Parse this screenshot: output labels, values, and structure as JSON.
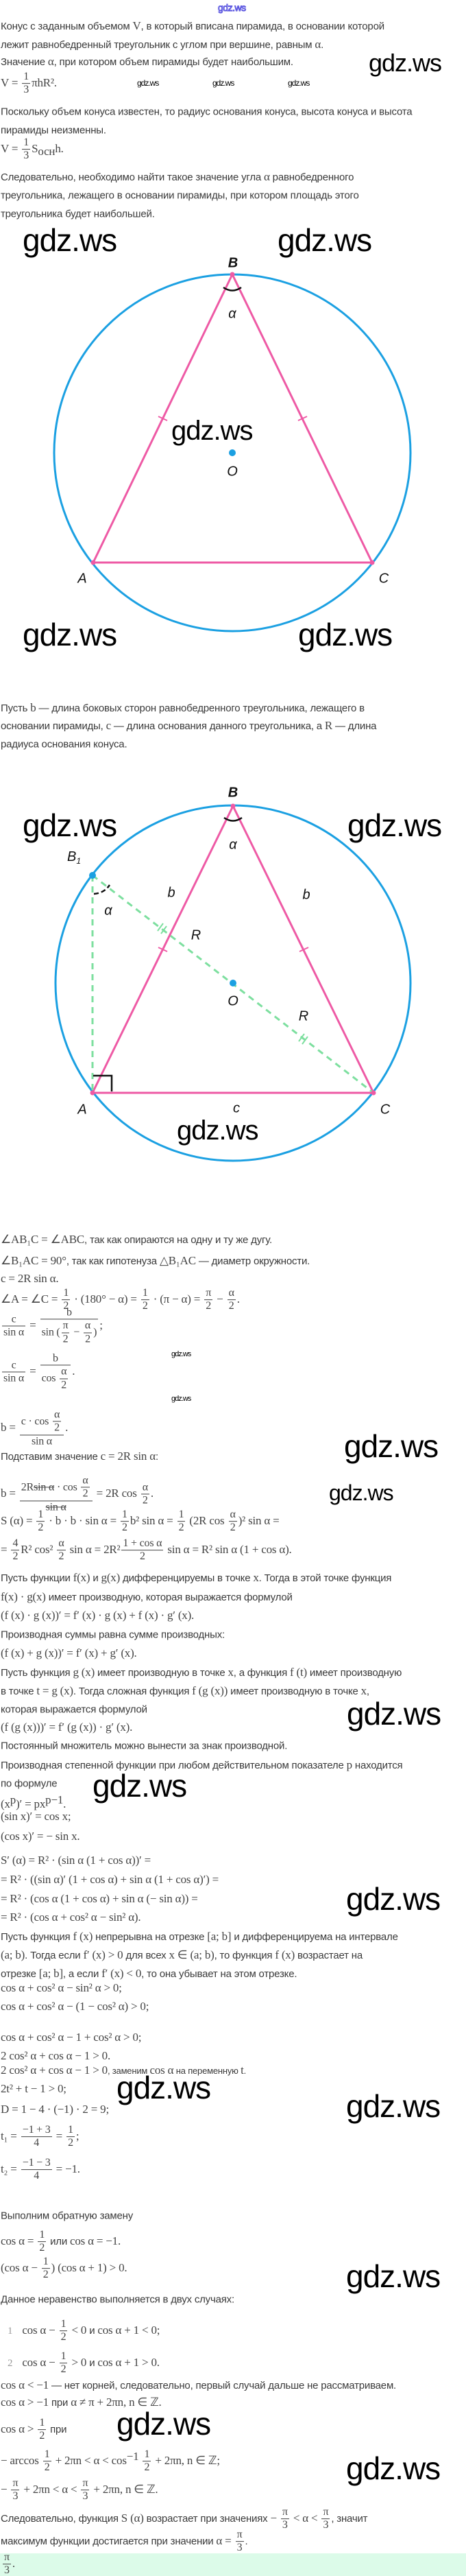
{
  "header": {
    "logo": "gdz.ws"
  },
  "watermark": "gdz.ws",
  "colors": {
    "triangle": "#ee5aa5",
    "circle": "#1ba0e2",
    "dashed": "#7ddf9f",
    "answer_bg": "#dcfbe9"
  },
  "diagram1": {
    "B": "B",
    "A": "A",
    "C": "C",
    "O": "O",
    "alpha": "α"
  },
  "diagram2": {
    "B": "B",
    "B1": "B",
    "B1_sub": "1",
    "A": "A",
    "C": "C",
    "O": "O",
    "alpha_B": "α",
    "alpha_B1": "α",
    "b": "b",
    "R": "R",
    "c": "c"
  },
  "lines": [
    [
      "Конус с заданным объемом ",
      {
        "m": "V"
      },
      ", в который вписана пирамида, в основании которой"
    ],
    [
      "лежит равнобедренный треугольник с углом при вершине, равным ",
      {
        "m": "α"
      },
      "."
    ],
    [
      "Значение ",
      {
        "m": "α"
      },
      ", при котором объем пирамиды будет наибольшим."
    ],
    [
      {
        "m": "V = "
      },
      {
        "fr": [
          [
            "1"
          ],
          [
            "3"
          ]
        ]
      },
      {
        "m": "πhR²."
      }
    ],
    [
      "Поскольку объем конуса известен, то радиус основания конуса, высота конуса и высота"
    ],
    [
      "пирамиды неизменны."
    ],
    [
      {
        "m": "V = "
      },
      {
        "fr": [
          [
            "1"
          ],
          [
            "3"
          ]
        ]
      },
      {
        "m": "S"
      },
      {
        "sub": "осн"
      },
      {
        "m": "h."
      }
    ],
    [
      "Следовательно, необходимо найти такое значение угла ",
      {
        "m": "α"
      },
      " равнобедренного"
    ],
    [
      "треугольника, лежащего в основании пирамиды, при котором площадь этого"
    ],
    [
      "треугольника будет наибольшей."
    ],
    [
      "Пусть ",
      {
        "m": "b"
      },
      " — длина боковых сторон равнобедренного треугольника, лежащего в"
    ],
    [
      "основании пирамиды, ",
      {
        "m": "c"
      },
      " — длина основания данного треугольника, а ",
      {
        "m": "R"
      },
      " — длина"
    ],
    [
      "радиуса основания конуса."
    ],
    [
      {
        "m": "∠AB₁C = ∠ABC"
      },
      ", так как опираются на одну и ту же дугу."
    ],
    [
      {
        "m": "∠B₁AC = 90°"
      },
      ", так как гипотенуза ",
      {
        "m": "△B₁AC"
      },
      " — диаметр окружности."
    ],
    [
      {
        "m": "c = 2R sin α."
      }
    ],
    [
      {
        "m": "∠A = ∠C = "
      },
      {
        "fr": [
          [
            "1"
          ],
          [
            "2"
          ]
        ]
      },
      {
        "m": " · (180° − α) = "
      },
      {
        "fr": [
          [
            "1"
          ],
          [
            "2"
          ]
        ]
      },
      {
        "m": " · (π − α) = "
      },
      {
        "fr": [
          [
            "π"
          ],
          [
            "2"
          ]
        ]
      },
      {
        "m": " − "
      },
      {
        "fr": [
          [
            "α"
          ],
          [
            "2"
          ]
        ]
      },
      {
        "m": "."
      }
    ],
    [
      {
        "fr": [
          [
            "c"
          ],
          [
            "sin α"
          ]
        ]
      },
      {
        "m": " = "
      },
      {
        "fr": [
          [
            "b"
          ],
          [
            "sin (",
            {
              "fr": [
                [
                  "π"
                ],
                [
                  "2"
                ]
              ]
            },
            " − ",
            {
              "fr": [
                [
                  "α"
                ],
                [
                  "2"
                ]
              ]
            },
            ")"
          ]
        ]
      },
      {
        "m": ";"
      }
    ],
    [
      {
        "fr": [
          [
            "c"
          ],
          [
            "sin α"
          ]
        ]
      },
      {
        "m": " = "
      },
      {
        "fr": [
          [
            "b"
          ],
          [
            "cos ",
            {
              "fr": [
                [
                  "α"
                ],
                [
                  "2"
                ]
              ]
            }
          ]
        ]
      },
      {
        "m": "."
      }
    ],
    [
      {
        "m": "b = "
      },
      {
        "fr": [
          [
            "c · cos ",
            {
              "fr": [
                [
                  "α"
                ],
                [
                  "2"
                ]
              ]
            }
          ],
          [
            "sin α"
          ]
        ]
      },
      {
        "m": "."
      }
    ],
    [
      "Подставим значение ",
      {
        "m": "c = 2R sin α"
      },
      ":"
    ],
    [
      {
        "m": "b = "
      },
      {
        "fr": [
          [
            "2R",
            {
              "s": "sin α"
            },
            " · cos ",
            {
              "fr": [
                [
                  "α"
                ],
                [
                  "2"
                ]
              ]
            }
          ],
          [
            {
              "s": "sin α"
            }
          ]
        ]
      },
      {
        "m": " = 2R cos "
      },
      {
        "fr": [
          [
            "α"
          ],
          [
            "2"
          ]
        ]
      },
      {
        "m": "."
      }
    ],
    [
      {
        "m": "S (α) = "
      },
      {
        "fr": [
          [
            "1"
          ],
          [
            "2"
          ]
        ]
      },
      {
        "m": " · b · b · sin α = "
      },
      {
        "fr": [
          [
            "1"
          ],
          [
            "2"
          ]
        ]
      },
      {
        "m": "b² sin α = "
      },
      {
        "fr": [
          [
            "1"
          ],
          [
            "2"
          ]
        ]
      },
      {
        "m": " (2R cos "
      },
      {
        "fr": [
          [
            "α"
          ],
          [
            "2"
          ]
        ]
      },
      {
        "m": ")² sin α ="
      }
    ],
    [
      {
        "m": "= "
      },
      {
        "fr": [
          [
            "4"
          ],
          [
            "2"
          ]
        ]
      },
      {
        "m": "R² cos² "
      },
      {
        "fr": [
          [
            "α"
          ],
          [
            "2"
          ]
        ]
      },
      {
        "m": " sin α = 2R²"
      },
      {
        "fr": [
          [
            "1 + cos α"
          ],
          [
            "2"
          ]
        ]
      },
      {
        "m": " sin α = R² sin α (1 + cos α)."
      }
    ],
    [
      "Пусть функции ",
      {
        "m": "f(x)"
      },
      " и ",
      {
        "m": "g(x)"
      },
      " дифференцируемы в точке ",
      {
        "m": "x"
      },
      ". Тогда в этой точке функция"
    ],
    [
      {
        "m": "f(x) · g(x)"
      },
      " имеет производную, которая выражается формулой"
    ],
    [
      {
        "m": "(f (x) · g (x))′ = f′ (x) · g (x) + f (x) · g′ (x)."
      }
    ],
    [
      "Производная суммы равна сумме производных:"
    ],
    [
      {
        "m": "(f (x) + g (x))′ = f′ (x) + g′ (x)."
      }
    ],
    [
      "Пусть функция ",
      {
        "m": "g (x)"
      },
      " имеет производную в точке ",
      {
        "m": "x"
      },
      ", а функция ",
      {
        "m": "f (t)"
      },
      " имеет производную"
    ],
    [
      "в точке ",
      {
        "m": "t = g (x)"
      },
      ". Тогда сложная функция ",
      {
        "m": "f (g (x))"
      },
      " имеет производную в точке ",
      {
        "m": "x"
      },
      ","
    ],
    [
      "которая выражается формулой"
    ],
    [
      {
        "m": "(f (g (x)))′ = f′ (g (x)) · g′ (x)."
      }
    ],
    [
      "Постоянный множитель можно вынести за знак производной."
    ],
    [
      "Производная степенной функции при любом действительном показателе ",
      {
        "m": "p"
      },
      " находится"
    ],
    [
      "по формуле"
    ],
    [
      {
        "m": "(x"
      },
      {
        "sup": "p"
      },
      {
        "m": ")′ = px"
      },
      {
        "sup": "p−1"
      },
      {
        "m": "."
      }
    ],
    [
      {
        "m": "(sin x)′ = cos x;"
      }
    ],
    [
      {
        "m": "(cos x)′ = − sin x."
      }
    ],
    [
      {
        "m": "S′ (α) = R² · (sin α (1 + cos α))′ ="
      }
    ],
    [
      {
        "m": "= R² · ((sin α)′ (1 + cos α) + sin α (1 + cos α)′) ="
      }
    ],
    [
      {
        "m": "= R² · (cos α (1 + cos α) + sin α (− sin α)) ="
      }
    ],
    [
      {
        "m": "= R² · (cos α + cos² α − sin² α)."
      }
    ],
    [
      "Пусть функция ",
      {
        "m": "f (x)"
      },
      " непрерывна на отрезке ",
      {
        "m": "[a; b]"
      },
      " и дифференцируема на интервале"
    ],
    [
      {
        "m": "(a; b)"
      },
      ". Тогда если ",
      {
        "m": "f′ (x) > 0"
      },
      " для всех ",
      {
        "m": "x ∈ (a; b)"
      },
      ", то функция ",
      {
        "m": "f (x)"
      },
      " возрастает на"
    ],
    [
      "отрезке ",
      {
        "m": "[a; b]"
      },
      ", а если ",
      {
        "m": "f′ (x) < 0"
      },
      ", то она убывает на этом отрезке."
    ],
    [
      {
        "m": "cos α + cos² α − sin² α > 0;"
      }
    ],
    [
      {
        "m": "cos α + cos² α − (1 − cos² α) > 0;"
      }
    ],
    [
      {
        "m": "cos α + cos² α − 1 + cos² α > 0;"
      }
    ],
    [
      {
        "m": "2 cos² α + cos α − 1 > 0."
      }
    ],
    [
      {
        "m": "2 cos² α + cos α − 1 > 0"
      },
      ", заменим ",
      {
        "m": "cos α"
      },
      " на переменную ",
      {
        "m": "t"
      },
      "."
    ],
    [
      {
        "m": "2t² + t − 1 > 0;"
      }
    ],
    [
      {
        "m": "D = 1 − 4 · (−1) · 2 = 9;"
      }
    ],
    [
      {
        "m": "t₁ = "
      },
      {
        "fr": [
          [
            "−1 + 3"
          ],
          [
            "4"
          ]
        ]
      },
      {
        "m": " = "
      },
      {
        "fr": [
          [
            "1"
          ],
          [
            "2"
          ]
        ]
      },
      {
        "m": ";"
      }
    ],
    [
      {
        "m": "t₂ = "
      },
      {
        "fr": [
          [
            "−1 − 3"
          ],
          [
            "4"
          ]
        ]
      },
      {
        "m": " = −1."
      }
    ],
    [
      "Выполним обратную замену"
    ],
    [
      {
        "m": "cos α = "
      },
      {
        "fr": [
          [
            "1"
          ],
          [
            "2"
          ]
        ]
      },
      " или ",
      {
        "m": "cos α = −1."
      }
    ],
    [
      {
        "m": "(cos α − "
      },
      {
        "fr": [
          [
            "1"
          ],
          [
            "2"
          ]
        ]
      },
      {
        "m": ") (cos α + 1) > 0."
      }
    ],
    [
      "Данное неравенство выполняется в двух случаях:"
    ],
    [
      {
        "n": "1"
      },
      {
        "m": "cos α − "
      },
      {
        "fr": [
          [
            "1"
          ],
          [
            "2"
          ]
        ]
      },
      {
        "m": " < 0"
      },
      " и ",
      {
        "m": "cos α + 1 < 0;"
      }
    ],
    [
      {
        "n": "2"
      },
      {
        "m": "cos α − "
      },
      {
        "fr": [
          [
            "1"
          ],
          [
            "2"
          ]
        ]
      },
      {
        "m": " > 0"
      },
      " и ",
      {
        "m": "cos α + 1 > 0."
      }
    ],
    [
      {
        "m": "cos α < −1"
      },
      " — нет корней, следовательно, первый случай дальше не рассматриваем."
    ],
    [
      {
        "m": "cos α > −1"
      },
      " при ",
      {
        "m": "α ≠ π + 2πn, n ∈ ℤ."
      }
    ],
    [
      {
        "m": "cos α > "
      },
      {
        "fr": [
          [
            "1"
          ],
          [
            "2"
          ]
        ]
      },
      " при"
    ],
    [
      {
        "m": "− arccos "
      },
      {
        "fr": [
          [
            "1"
          ],
          [
            "2"
          ]
        ]
      },
      {
        "m": " + 2πn < α < cos"
      },
      {
        "sup": "−1"
      },
      {
        "m": " "
      },
      {
        "fr": [
          [
            "1"
          ],
          [
            "2"
          ]
        ]
      },
      {
        "m": " + 2πn, n ∈ ℤ;"
      }
    ],
    [
      {
        "m": "− "
      },
      {
        "fr": [
          [
            "π"
          ],
          [
            "3"
          ]
        ]
      },
      {
        "m": " + 2πn < α < "
      },
      {
        "fr": [
          [
            "π"
          ],
          [
            "3"
          ]
        ]
      },
      {
        "m": " + 2πn, n ∈ ℤ."
      }
    ],
    [
      "Следовательно, функция ",
      {
        "m": "S (α)"
      },
      " возрастает при значениях ",
      {
        "m": "− "
      },
      {
        "fr": [
          [
            "π"
          ],
          [
            "3"
          ]
        ]
      },
      {
        "m": " < α < "
      },
      {
        "fr": [
          [
            "π"
          ],
          [
            "3"
          ]
        ]
      },
      ", значит"
    ],
    [
      "максимум функции достигается при значении ",
      {
        "m": "α = "
      },
      {
        "fr": [
          [
            "π"
          ],
          [
            "3"
          ]
        ]
      },
      "."
    ]
  ],
  "answer": [
    {
      "fr": [
        [
          "π"
        ],
        [
          "3"
        ]
      ]
    },
    {
      "m": "."
    }
  ]
}
